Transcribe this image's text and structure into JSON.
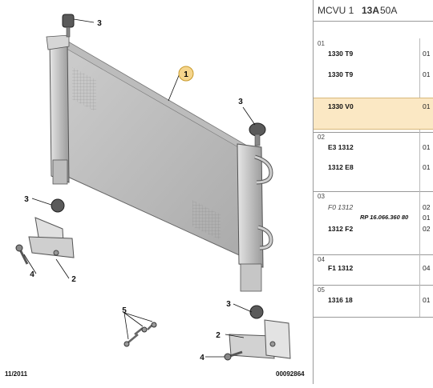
{
  "diagram": {
    "callouts": [
      "1",
      "2",
      "2",
      "3",
      "3",
      "3",
      "3",
      "4",
      "4",
      "5"
    ],
    "date": "11/2011",
    "image_id": "00092864"
  },
  "header": {
    "prefix": "MCVU 1 ",
    "bold": "13A",
    "suffix": " 50A"
  },
  "sections": [
    {
      "num": "01",
      "rows": [
        {
          "code": "1330 T9",
          "qty": "01"
        },
        {
          "code": "1330 T9",
          "qty": "01"
        },
        {
          "code": "1330 V0",
          "qty": "01",
          "selected": true
        }
      ]
    },
    {
      "num": "02",
      "rows": [
        {
          "code": "E3 1312",
          "qty": "01"
        },
        {
          "code": "1312 E8",
          "qty": "01"
        }
      ]
    },
    {
      "num": "03",
      "rows": [
        {
          "code": "F0 1312",
          "qty": "02",
          "ref": "RP 16.066.360 80",
          "ref_qty": "01",
          "italic": true
        },
        {
          "code": "1312 F2",
          "qty": "02"
        }
      ]
    },
    {
      "num": "04",
      "rows": [
        {
          "code": "F1 1312",
          "qty": "04"
        }
      ]
    },
    {
      "num": "05",
      "rows": [
        {
          "code": "1316 18",
          "qty": "01"
        }
      ]
    }
  ]
}
